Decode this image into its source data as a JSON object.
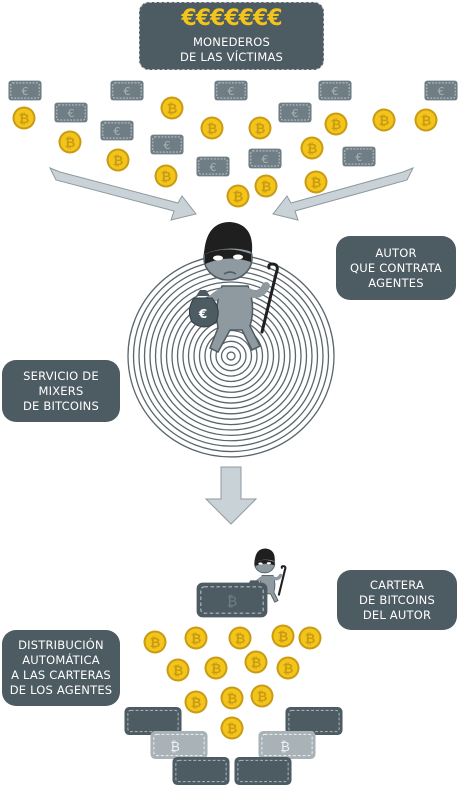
{
  "title": {
    "symbols": "€€€€€€€",
    "lines": [
      "MONEDEROS",
      "DE LAS VÍCTIMAS"
    ]
  },
  "labels": {
    "author": [
      "AUTOR",
      "QUE CONTRATA",
      "AGENTES"
    ],
    "mixer": [
      "SERVICIO DE",
      "MIXERS",
      "DE BITCOINS"
    ],
    "wallet": [
      "CARTERA",
      "DE BITCOINS",
      "DEL AUTOR"
    ],
    "distribution": [
      "DISTRIBUCIÓN",
      "AUTOMÁTICA",
      "A LAS CARTERAS",
      "DE LOS AGENTES"
    ]
  },
  "icons": {
    "euro": "€",
    "bitcoin": "₿"
  },
  "colors": {
    "label_bg": "#4d5b62",
    "coin": "#f3c51b",
    "coin_dark": "#c99a12",
    "note": "#7d8a91",
    "note_dark": "#4d5b62",
    "arrow": "#c9d2d7",
    "spiral": "#5a666c",
    "thief": "#8f9aa0"
  }
}
